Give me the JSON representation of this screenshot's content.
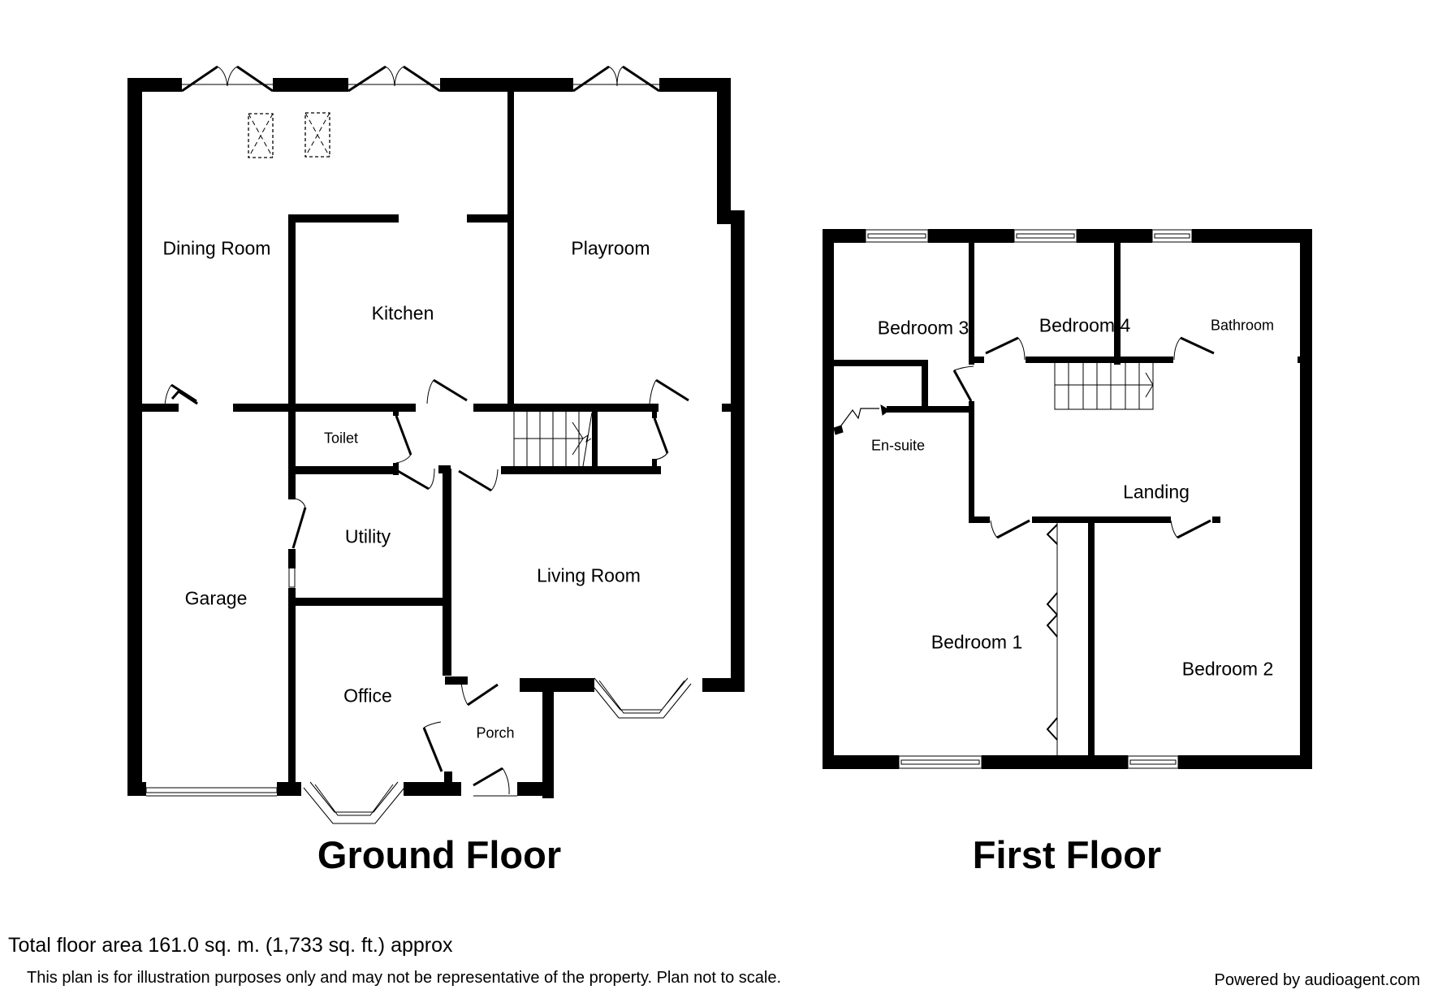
{
  "ground_floor": {
    "title": "Ground Floor",
    "rooms": [
      {
        "name": "Dining Room"
      },
      {
        "name": "Kitchen"
      },
      {
        "name": "Playroom"
      },
      {
        "name": "Toilet"
      },
      {
        "name": "Utility"
      },
      {
        "name": "Garage"
      },
      {
        "name": "Living Room"
      },
      {
        "name": "Office"
      },
      {
        "name": "Porch"
      }
    ]
  },
  "first_floor": {
    "title": "First Floor",
    "rooms": [
      {
        "name": "Bedroom 3"
      },
      {
        "name": "Bedroom 4"
      },
      {
        "name": "Bathroom"
      },
      {
        "name": "En-suite"
      },
      {
        "name": "Landing"
      },
      {
        "name": "Bedroom 1"
      },
      {
        "name": "Bedroom 2"
      }
    ]
  },
  "footer": {
    "total_area": "Total floor area 161.0 sq. m. (1,733 sq. ft.) approx",
    "disclaimer": "This plan is for illustration purposes only and may not be representative of the property. Plan not to scale.",
    "powered_by": "Powered by audioagent.com"
  },
  "colors": {
    "wall": "#000000",
    "background": "#ffffff"
  }
}
